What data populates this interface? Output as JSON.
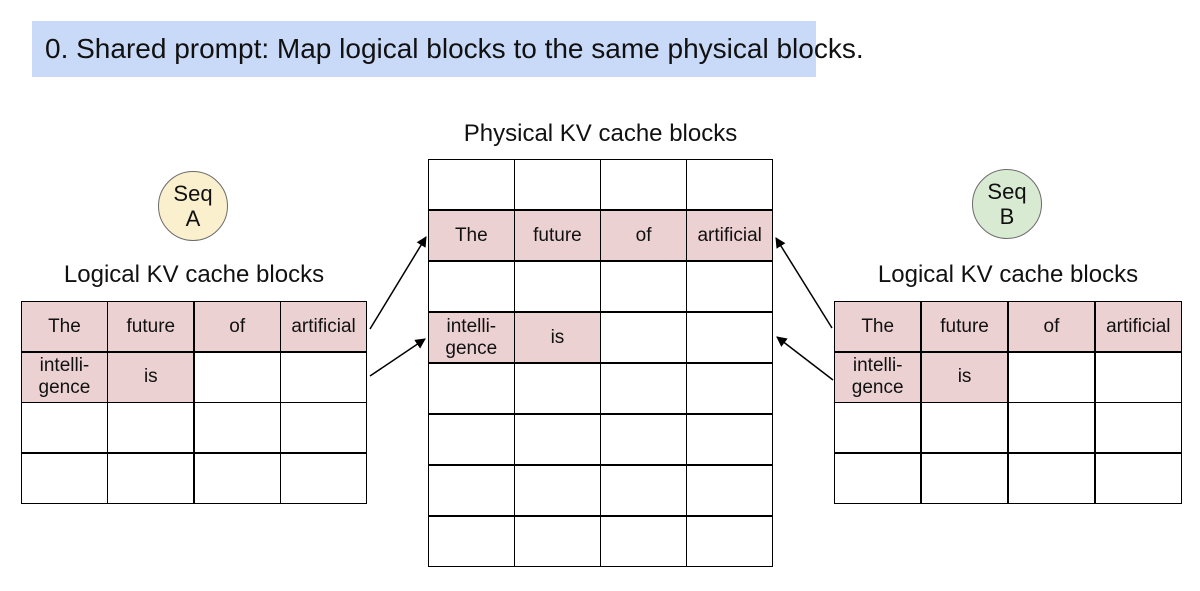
{
  "colors": {
    "title_bg": "#c9daf8",
    "block_highlight": "#ecd1d2",
    "seq_a_fill": "#faf0ce",
    "seq_b_fill": "#d9ead3",
    "table_border": "#000000"
  },
  "title": "0. Shared prompt: Map logical blocks to the same physical blocks.",
  "physical_blocks": {
    "label": "Physical KV cache blocks",
    "rows": [
      [
        "",
        "",
        "",
        ""
      ],
      [
        "The",
        "future",
        "of",
        "artificial"
      ],
      [
        "",
        "",
        "",
        ""
      ],
      [
        "intelli-\ngence",
        "is",
        "",
        ""
      ],
      [
        "",
        "",
        "",
        ""
      ],
      [
        "",
        "",
        "",
        ""
      ],
      [
        "",
        "",
        "",
        ""
      ],
      [
        "",
        "",
        "",
        ""
      ]
    ],
    "filled_cells": [
      [
        1,
        0
      ],
      [
        1,
        1
      ],
      [
        1,
        2
      ],
      [
        1,
        3
      ],
      [
        3,
        0
      ],
      [
        3,
        1
      ]
    ]
  },
  "sequence_a": {
    "badge": "Seq\nA",
    "table_label": "Logical KV cache blocks",
    "rows": [
      [
        "The",
        "future",
        "of",
        "artificial"
      ],
      [
        "intelli-\ngence",
        "is",
        "",
        ""
      ],
      [
        "",
        "",
        "",
        ""
      ],
      [
        "",
        "",
        "",
        ""
      ]
    ],
    "filled_cells": [
      [
        0,
        0
      ],
      [
        0,
        1
      ],
      [
        0,
        2
      ],
      [
        0,
        3
      ],
      [
        1,
        0
      ],
      [
        1,
        1
      ]
    ]
  },
  "sequence_b": {
    "badge": "Seq\nB",
    "table_label": "Logical KV cache blocks",
    "rows": [
      [
        "The",
        "future",
        "of",
        "artificial"
      ],
      [
        "intelli-\ngence",
        "is",
        "",
        ""
      ],
      [
        "",
        "",
        "",
        ""
      ],
      [
        "",
        "",
        "",
        ""
      ]
    ],
    "filled_cells": [
      [
        0,
        0
      ],
      [
        0,
        1
      ],
      [
        0,
        2
      ],
      [
        0,
        3
      ],
      [
        1,
        0
      ],
      [
        1,
        1
      ]
    ]
  }
}
